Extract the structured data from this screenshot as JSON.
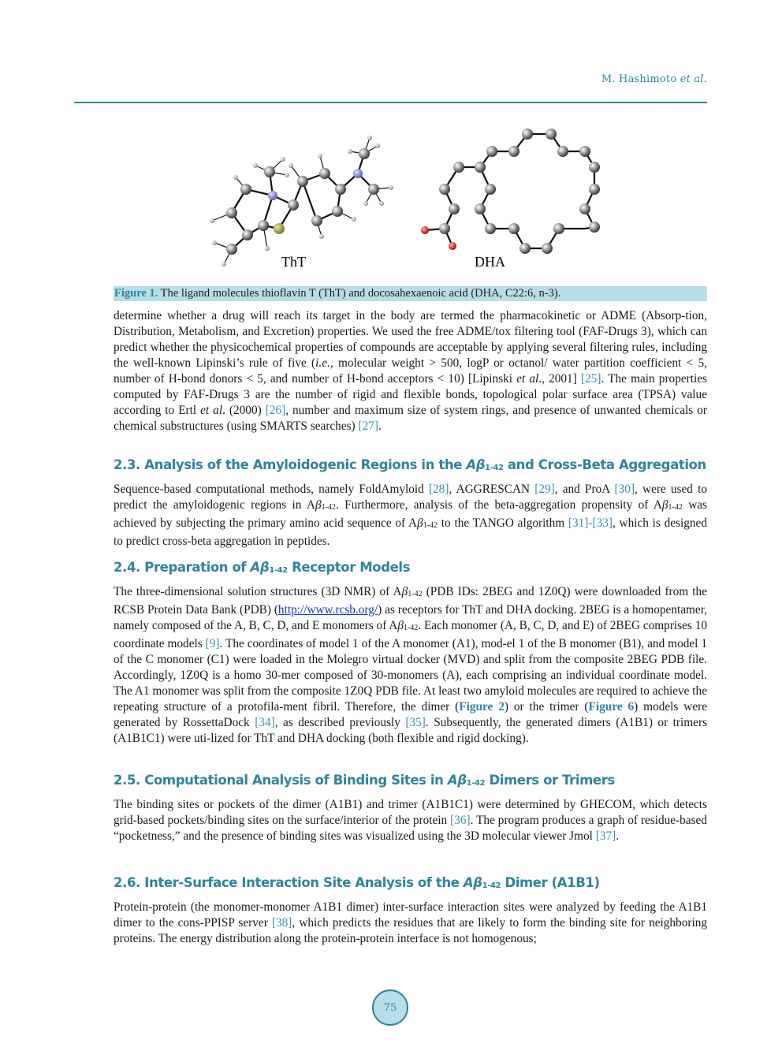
{
  "header": {
    "author": "M. Hashimoto",
    "author_suffix": "et al."
  },
  "figure": {
    "molecules": [
      {
        "label": "ThT",
        "name": "thioflavin T"
      },
      {
        "label": "DHA",
        "name": "docosahexaenoic acid"
      }
    ],
    "caption_label": "Figure 1.",
    "caption_text": " The ligand molecules thioflavin T (ThT) and docosahexaenoic acid (DHA, C22:6, n-3)."
  },
  "paragraph_intro": {
    "p1": "determine whether a drug will reach its target in the body are termed the pharmacokinetic or ADME (Absorp-tion, Distribution, Metabolism, and Excretion) properties. We used the free ADME/tox filtering tool (FAF-Drugs 3), which can predict whether the physicochemical properties of compounds are acceptable by applying several filtering rules, including the well-known Lipinski’s rule of five (",
    "ie": "i.e.",
    "p2": ", molecular weight > 500, logP or octanol/ water partition coefficient < 5, number of H-bond donors < 5, and number of H-bond acceptors < 10) [Lipinski ",
    "etal1": "et al",
    "p3": "., 2001] ",
    "ref25": "[25]",
    "p4": ". The main properties computed by FAF-Drugs 3 are the number of rigid and flexible bonds, topological polar surface area (TPSA) value according to Ertl ",
    "etal2": "et al",
    "p5": ". (2000) ",
    "ref26": "[26]",
    "p6": ", number and maximum size of system rings, and presence of unwanted chemicals or chemical substructures (using SMARTS searches) ",
    "ref27": "[27]",
    "p7": "."
  },
  "sections": [
    {
      "number": "2.3.",
      "title_a": " Analysis of the Amyloidogenic Regions in the ",
      "abeta": "Aβ",
      "sub": "1-42",
      "title_b": " and Cross-Beta Aggregation",
      "text": {
        "t1": "Sequence-based computational methods, namely FoldAmyloid ",
        "r28": "[28]",
        "t2": ", AGGRESCAN ",
        "r29": "[29]",
        "t3": ", and ProA ",
        "r30": "[30]",
        "t4": ", were used to predict the amyloidogenic regions in A",
        "t5": ". Furthermore, analysis of the beta-aggregation propensity of A",
        "t6": " was achieved by subjecting the primary amino acid sequence of A",
        "t7": " to the TANGO algorithm ",
        "r31": "[31]-[33]",
        "t8": ", which is designed to predict cross-beta aggregation in peptides.",
        "beta": "β",
        "sub": "1-42"
      }
    },
    {
      "number": "2.4.",
      "title_a": " Preparation of ",
      "abeta": "Aβ",
      "sub": "1-42",
      "title_b": " Receptor Models",
      "text": {
        "t1": "The three-dimensional solution structures (3D NMR) of A",
        "t2": " (PDB IDs: 2BEG and 1Z0Q) were downloaded from the RCSB Protein Data Bank (PDB) (",
        "link": "http://www.rcsb.org/",
        "t3": ") as receptors for ThT and DHA docking. 2BEG is a homopentamer, namely composed of the A, B, C, D, and E monomers of A",
        "t4": ". Each monomer (A, B, C, D, and E) of 2BEG comprises 10 coordinate models ",
        "r9": "[9]",
        "t5": ". The coordinates of model 1 of the A monomer (A1), mod-el 1 of the B monomer (B1), and model 1 of the C monomer (C1) were loaded in the Molegro virtual docker (MVD) and split from the composite 2BEG PDB file. Accordingly, 1Z0Q is a homo 30-mer composed of 30-monomers (A), each comprising an individual coordinate model. The A1 monomer was split from the composite 1Z0Q PDB file. At least two amyloid molecules are required to achieve the repeating structure of a protofila-ment fibril. Therefore, the dimer (",
        "fig2": "Figure 2",
        "t6": ") or the trimer (",
        "fig6": "Figure 6",
        "t7": ") models were generated by RossettaDock ",
        "r34": "[34]",
        "t8": ", as described previously ",
        "r35": "[35]",
        "t9": ". Subsequently, the generated dimers (A1B1) or trimers (A1B1C1) were uti-lized for ThT and DHA docking (both flexible and rigid docking).",
        "beta": "β",
        "sub": "1-42"
      }
    },
    {
      "number": "2.5.",
      "title_a": " Computational Analysis of Binding Sites in ",
      "abeta": "Aβ",
      "sub": "1-42",
      "title_b": " Dimers or Trimers",
      "text": {
        "t1": "The binding sites or pockets of the dimer (A1B1) and trimer (A1B1C1) were determined by GHECOM, which detects grid-based pockets/binding sites on the surface/interior of the protein ",
        "r36": "[36]",
        "t2": ". The program produces a graph of residue-based “pocketness,” and the presence of binding sites was visualized using the 3D molecular viewer Jmol ",
        "r37": "[37]",
        "t3": "."
      }
    },
    {
      "number": "2.6.",
      "title_a": " Inter-Surface Interaction Site Analysis of the ",
      "abeta": "Aβ",
      "sub": "1-42",
      "title_b": " Dimer (A1B1)",
      "text": {
        "t1": "Protein-protein (the monomer-monomer A1B1 dimer) inter-surface interaction sites were analyzed by feeding the A1B1 dimer to the cons-PPISP server ",
        "r38": "[38]",
        "t2": ", which predicts the residues that are likely to form the binding site for neighboring proteins. The energy distribution along the protein-protein interface is not homogenous;"
      }
    }
  ],
  "footer": {
    "page_number": "75"
  },
  "colors": {
    "accent": "#2f849a",
    "caption_bg": "#b6dfe8",
    "reference": "#3b8fa6",
    "link": "#1a35c8"
  }
}
